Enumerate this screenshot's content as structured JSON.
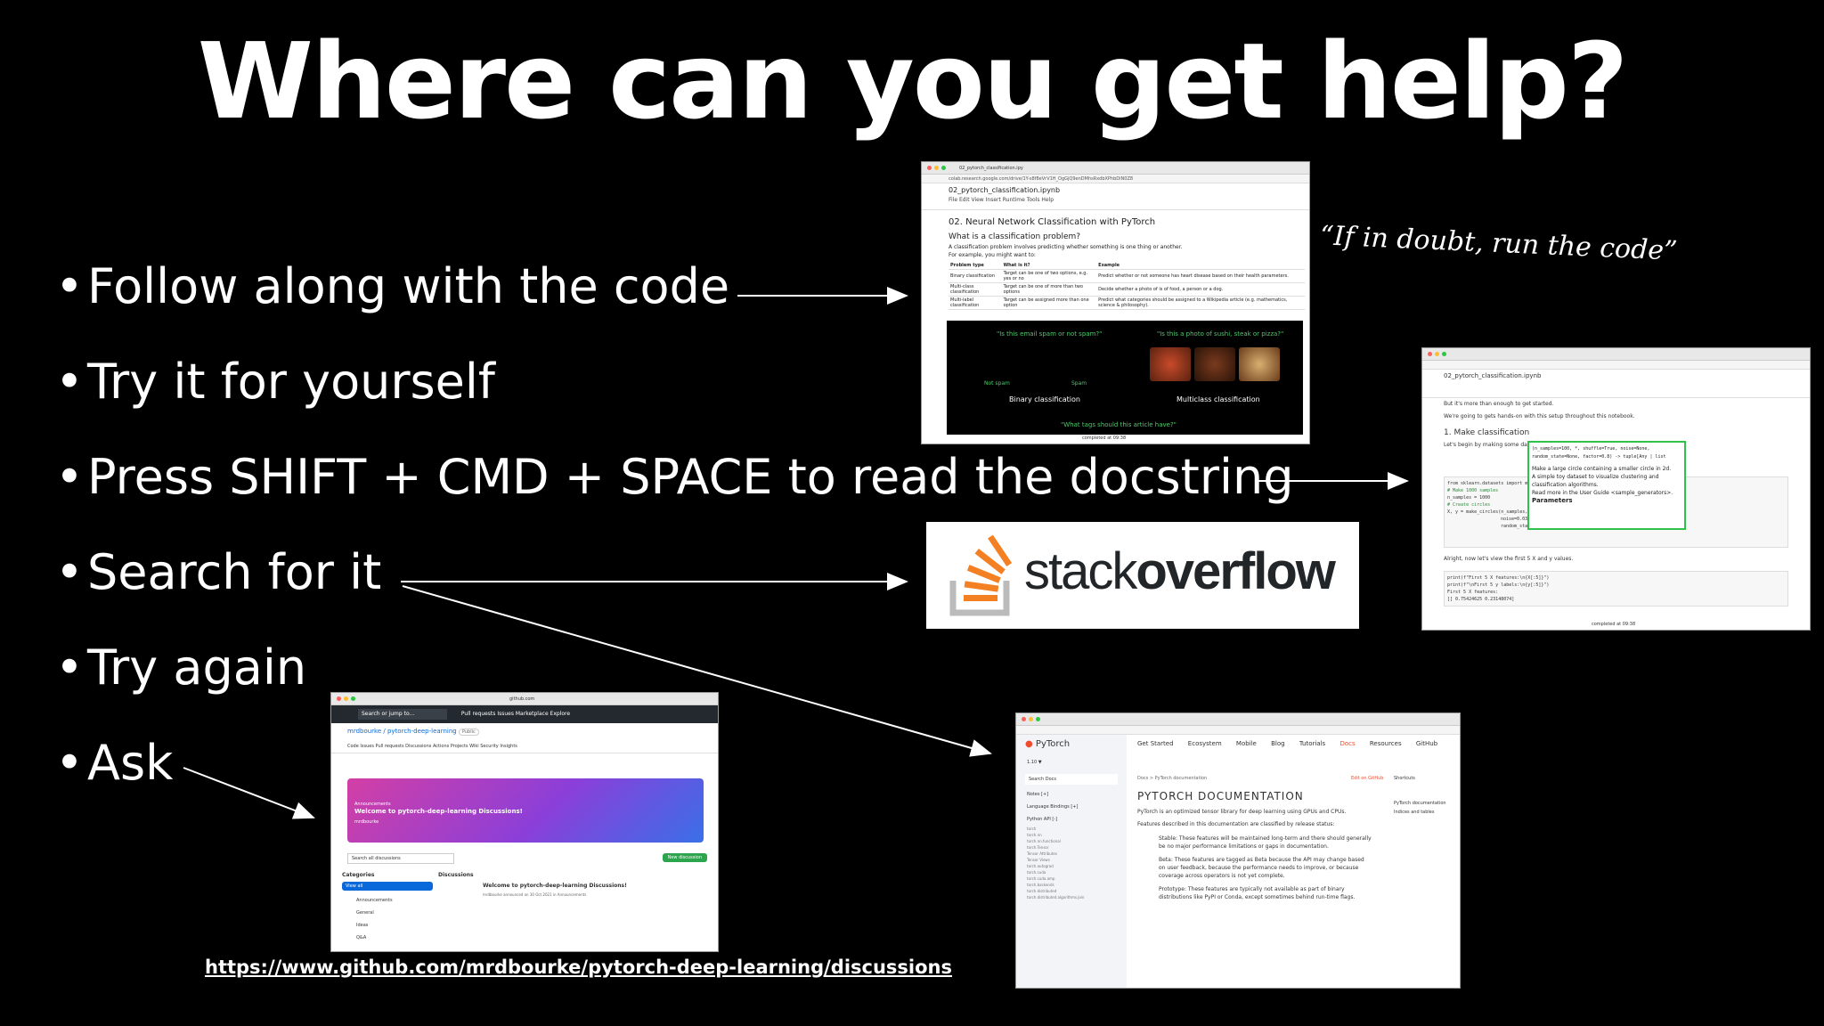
{
  "title": "Where can you get help?",
  "bullets": [
    {
      "text": "Follow along with the code"
    },
    {
      "text": "Try it for yourself"
    },
    {
      "text": "Press SHIFT + CMD + SPACE to read the docstring"
    },
    {
      "text": "Search for it"
    },
    {
      "text": "Try again"
    },
    {
      "text": "Ask"
    }
  ],
  "bullet_glyph": "•",
  "quote": "“If in doubt, run the code”",
  "discussions_url": "https://www.github.com/mrdbourke/pytorch-deep-learning/discussions",
  "colab1": {
    "tab": "02_pytorch_classification.ipy",
    "address": "colab.research.google.com/drive/1Y-s8f8eVrV1H_OgGjQ9enDMhsRxdbXPhbDiN0Z8",
    "notebook": "02_pytorch_classification.ipynb",
    "menu": "File  Edit  View  Insert  Runtime  Tools  Help",
    "heading": "02. Neural Network Classification with PyTorch",
    "subheading": "What is a classification problem?",
    "para1": "A classification problem involves predicting whether something is one thing or another.",
    "para2": "For example, you might want to:",
    "table_headers": [
      "Problem type",
      "What is it?",
      "Example"
    ],
    "table_rows": [
      [
        "Binary classification",
        "Target can be one of two options, e.g. yes or no",
        "Predict whether or not someone has heart disease based on their health parameters."
      ],
      [
        "Multi-class classification",
        "Target can be one of more than two options",
        "Decide whether a photo of is of food, a person or a dog."
      ],
      [
        "Multi-label classification",
        "Target can be assigned more than one option",
        "Predict what categories should be assigned to a Wikipedia article (e.g. mathematics, science & philosophy)."
      ]
    ],
    "q1": "\"Is this email spam or not spam?\"",
    "q2": "\"Is this a photo of sushi, steak or pizza?\"",
    "not_spam": "Not spam",
    "spam": "Spam",
    "binary": "Binary classification",
    "multiclass": "Multiclass classification",
    "q3": "\"What tags should this article have?\"",
    "status": "completed at 09:38"
  },
  "colab2": {
    "notebook": "02_pytorch_classification.ipynb",
    "text1": "But it's more than enough to get started.",
    "text2": "We're going to gets hands-on with this setup throughout this notebook.",
    "heading": "1. Make classification",
    "text3": "Let's begin by making some data",
    "code1": "from sklearn.datasets import make_circles",
    "code2": "# Make 1000 samples",
    "code3": "n_samples = 1000",
    "code4": "# Create circles",
    "code5": "X, y = make_circles(n_samples,",
    "code6": "noise=0.03, # a little bit of noise to the dots",
    "code7": "random_state=42) # keep random state so we get the same values",
    "popup1": "(n_samples=100, *, shuffle=True, noise=None,",
    "popup2": "random_state=None, factor=0.8) -> tuple[Any | list",
    "popup3": "Make a large circle containing a smaller circle in 2d.",
    "popup4": "A simple toy dataset to visualize clustering and classification algorithms.",
    "popup5": "Read more in the User Guide <sample_generators>.",
    "popup6": "Parameters",
    "text4": "Alright, now let's view the first 5 X and y values.",
    "code8": "print(f\"First 5 X features:\\n{X[:5]}\")",
    "code9": "print(f\"\\nFirst 5 y labels:\\n{y[:5]}\")",
    "out1": "First 5 X features:",
    "out2": "[[ 0.75424625  0.23148074]",
    "status": "completed at 09:38"
  },
  "stackoverflow": {
    "word1": "stack",
    "word2": "overflow",
    "colors": {
      "orange": "#f48024",
      "gray": "#bcbbbb"
    }
  },
  "github": {
    "address": "github.com",
    "search": "Search or jump to...",
    "nav": "Pull requests   Issues   Marketplace   Explore",
    "repo": "mrdbourke / pytorch-deep-learning",
    "public": "Public",
    "tabs": "Code   Issues   Pull requests   Discussions   Actions   Projects   Wiki   Security   Insights",
    "announce_small": "Announcements",
    "announce_title": "Welcome to pytorch-deep-learning Discussions!",
    "announce_user": "mrdbourke",
    "search_disc": "Search all discussions",
    "new_btn": "New discussion",
    "categories": "Categories",
    "discussions": "Discussions",
    "cat_items": [
      "View all",
      "Announcements",
      "General",
      "Ideas",
      "Q&A"
    ],
    "post_title": "Welcome to pytorch-deep-learning Discussions!",
    "post_meta": "mrdbourke announced on 30 Oct 2021 in Announcements"
  },
  "pytorch": {
    "logo": "PyTorch",
    "nav": [
      "Get Started",
      "Ecosystem",
      "Mobile",
      "Blog",
      "Tutorials",
      "Docs",
      "Resources",
      "GitHub"
    ],
    "version": "1.10 ▼",
    "search": "Search Docs",
    "side_items": [
      "Notes [+]",
      "Language Bindings [+]",
      "Python API [-]",
      "torch",
      "torch.nn",
      "torch.nn.functional",
      "torch.Tensor",
      "Tensor Attributes",
      "Tensor Views",
      "torch.autograd",
      "torch.cuda",
      "torch.cuda.amp",
      "torch.backends",
      "torch.distributed",
      "torch.distributed.algorithms.join"
    ],
    "crumb": "Docs > PyTorch documentation",
    "doc_title": "PYTORCH DOCUMENTATION",
    "p1": "PyTorch is an optimized tensor library for deep learning using GPUs and CPUs.",
    "p2": "Features described in this documentation are classified by release status:",
    "p3": "Stable: These features will be maintained long-term and there should generally be no major performance limitations or gaps in documentation.",
    "p4": "Beta: These features are tagged as Beta because the API may change based on user feedback, because the performance needs to improve, or because coverage across operators is not yet complete.",
    "p5": "Prototype: These features are typically not available as part of binary distributions like PyPI or Conda, except sometimes behind run-time flags.",
    "right1": "PyTorch documentation",
    "right2": "Indices and tables",
    "edit": "Edit on GitHub",
    "shortcuts": "Shortcuts"
  }
}
